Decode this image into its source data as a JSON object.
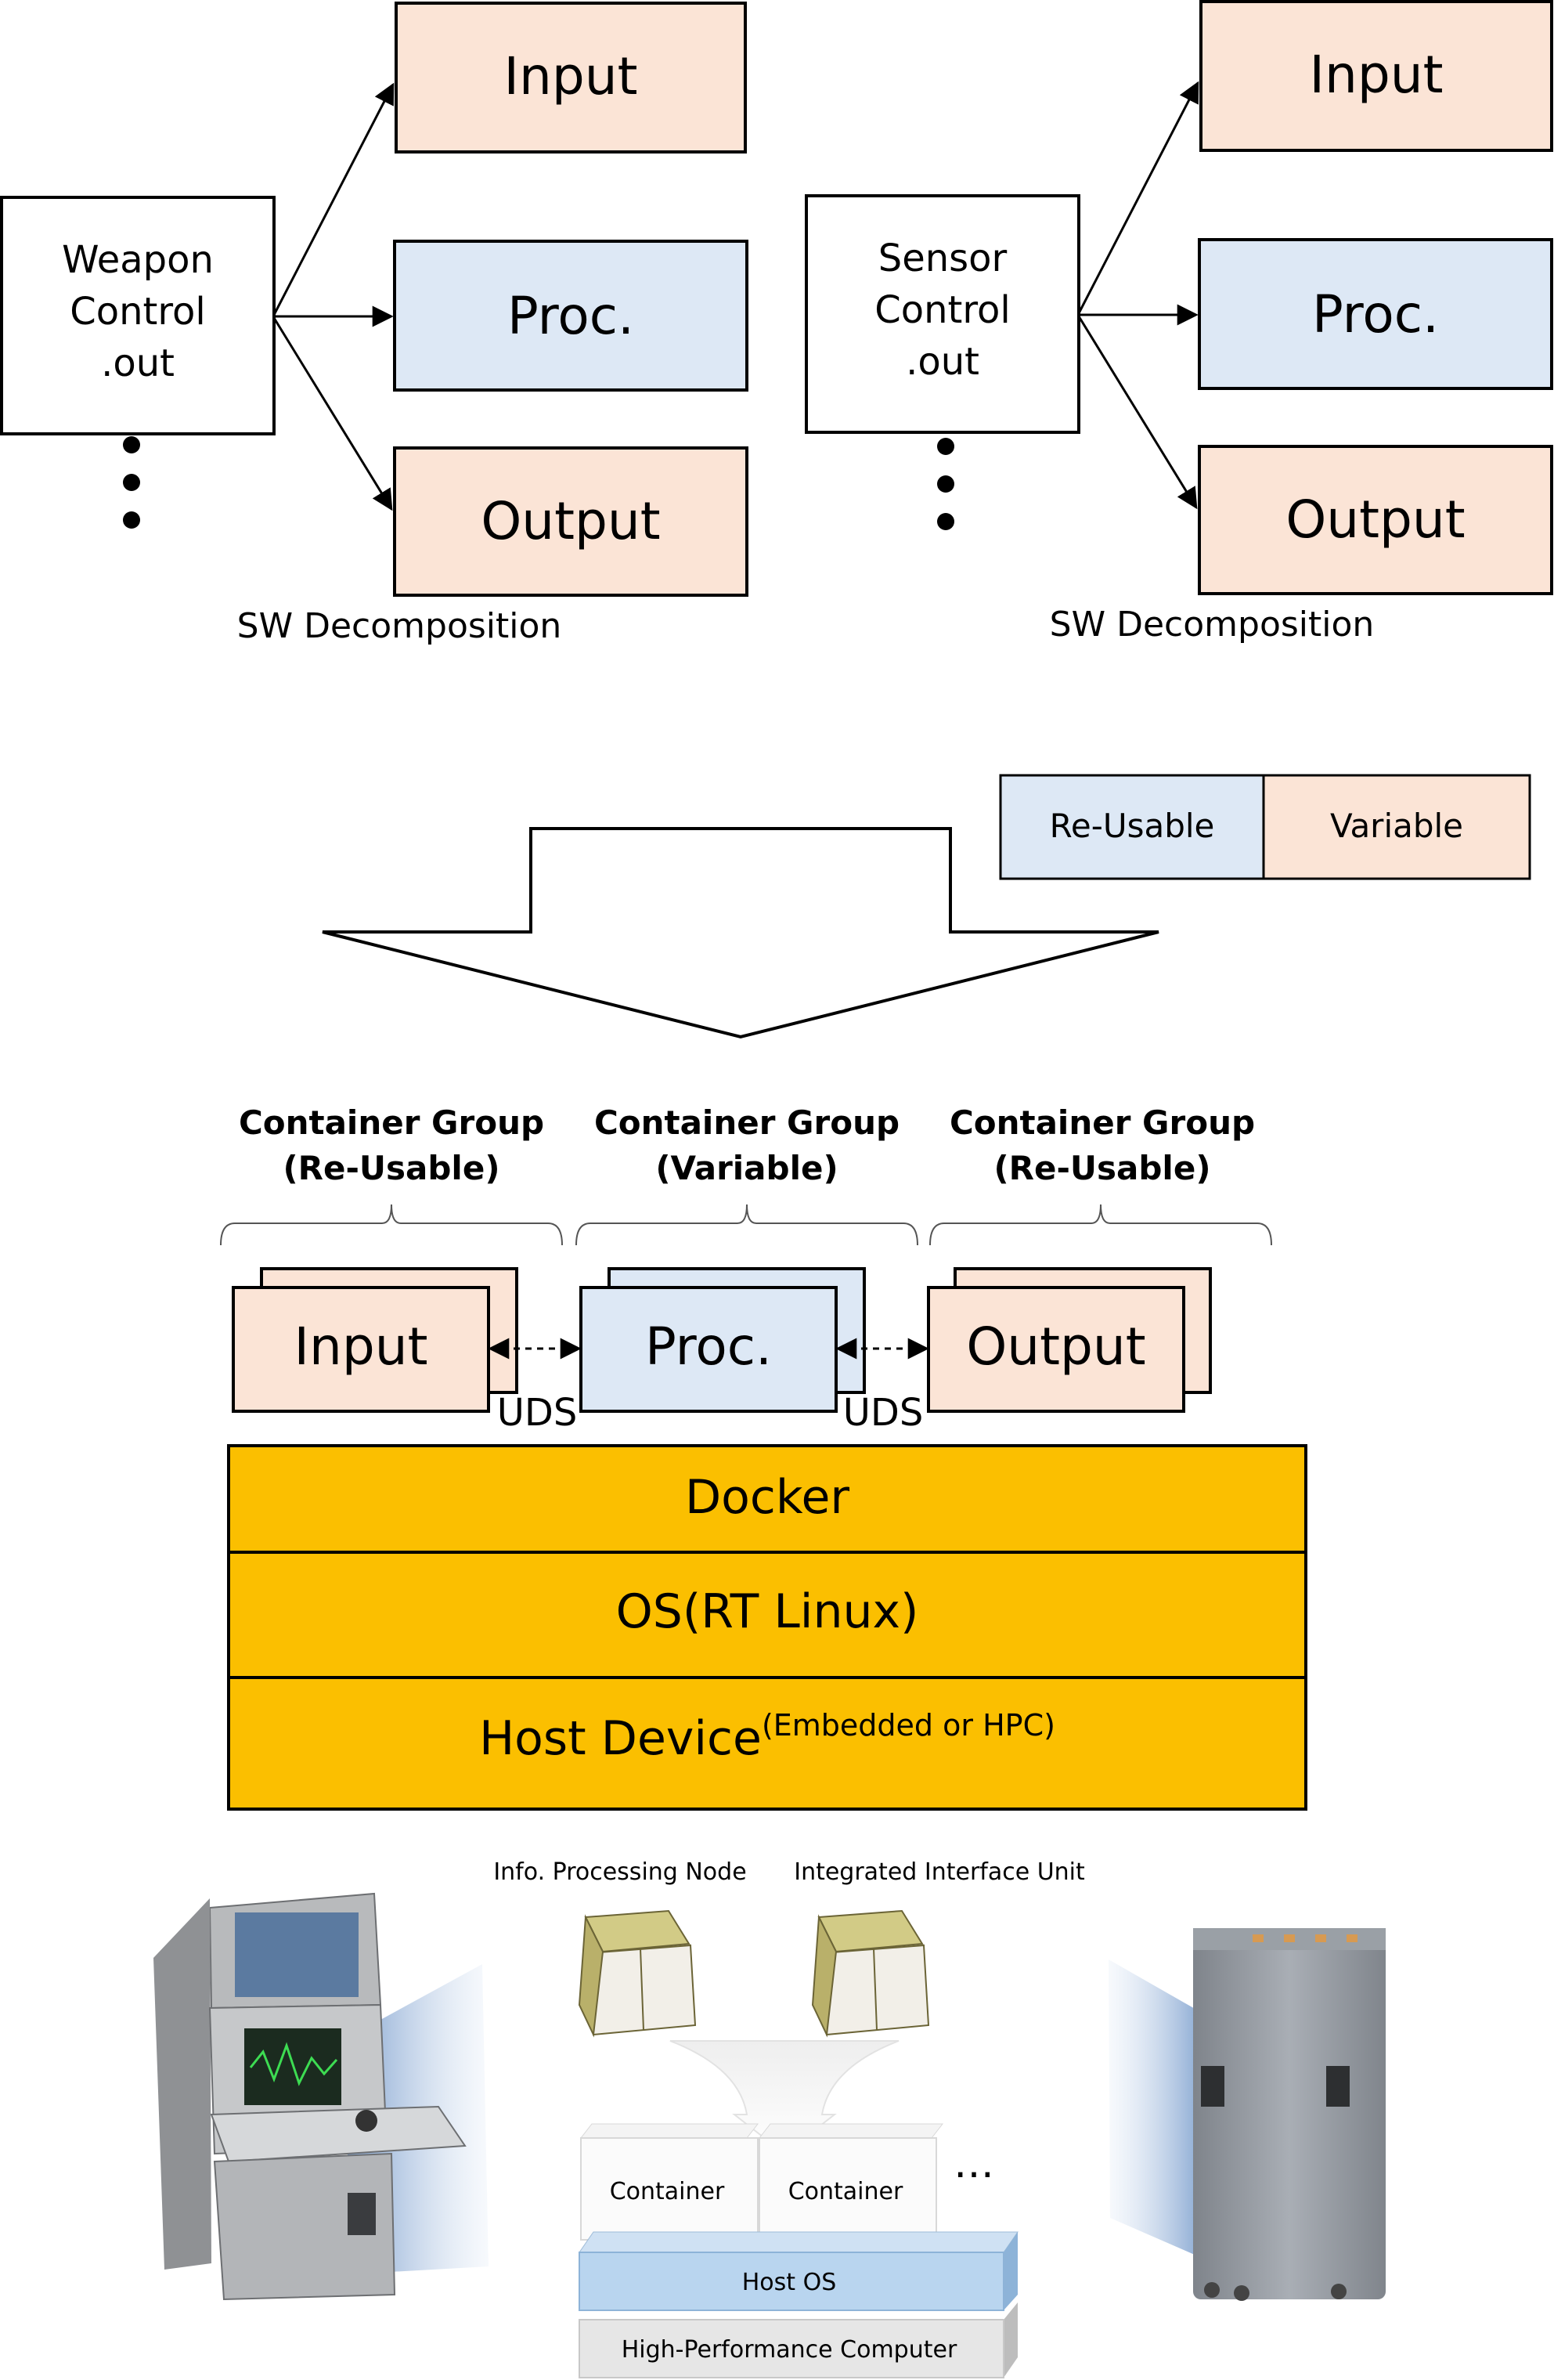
{
  "decomposition_left": {
    "app_label_lines": [
      "Weapon",
      "Control",
      ".out"
    ],
    "components": [
      "Input",
      "Proc.",
      "Output"
    ],
    "caption": "SW Decomposition"
  },
  "decomposition_right": {
    "app_label_lines": [
      "Sensor",
      "Control",
      ".out"
    ],
    "components": [
      "Input",
      "Proc.",
      "Output"
    ],
    "caption": "SW Decomposition"
  },
  "legend": {
    "reusable": "Re-Usable",
    "variable": "Variable"
  },
  "container_groups": [
    {
      "title": "Container Group",
      "subtitle": "(Re-Usable)",
      "component": "Input"
    },
    {
      "title": "Container Group",
      "subtitle": "(Variable)",
      "component": "Proc."
    },
    {
      "title": "Container Group",
      "subtitle": "(Re-Usable)",
      "component": "Output"
    }
  ],
  "ipc_labels": [
    "UDS",
    "UDS"
  ],
  "stack_layers": {
    "docker": "Docker",
    "os": "OS(RT Linux)",
    "host": "Host Device",
    "host_note": "(Embedded or HPC)"
  },
  "hardware": {
    "node_label_1": "Info. Processing Node",
    "node_label_2": "Integrated Interface Unit",
    "container_1": "Container",
    "container_2": "Container",
    "ellipsis": "…",
    "host_os": "Host OS",
    "hpc": "High-Performance Computer"
  },
  "colors": {
    "reusable_fill": "#dde8f5",
    "variable_fill": "#fbe4d6",
    "stack_fill": "#fbbf00",
    "host_os_fill": "#b9d5ef",
    "hpc_fill": "#e6e6e6"
  }
}
